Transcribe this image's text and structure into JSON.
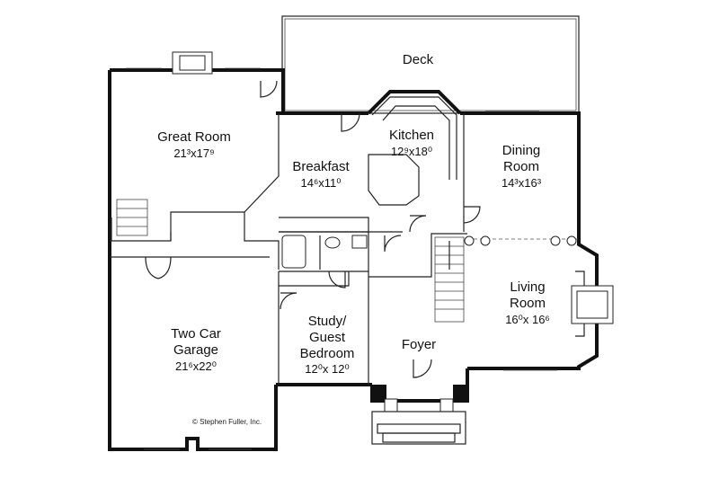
{
  "rooms": {
    "deck": {
      "name": "Deck"
    },
    "great_room": {
      "name": "Great Room",
      "dim": "21³x17⁹"
    },
    "breakfast": {
      "name": "Breakfast",
      "dim": "14⁶x11⁰"
    },
    "kitchen": {
      "name": "Kitchen",
      "dim": "12⁹x18⁰"
    },
    "dining": {
      "name_line1": "Dining",
      "name_line2": "Room",
      "dim": "14³x16³"
    },
    "living": {
      "name_line1": "Living",
      "name_line2": "Room",
      "dim": "16⁰x 16⁶"
    },
    "garage": {
      "name_line1": "Two Car",
      "name_line2": "Garage",
      "dim": "21⁶x22⁰"
    },
    "study": {
      "name_line1": "Study/",
      "name_line2": "Guest",
      "name_line3": "Bedroom",
      "dim": "12⁰x 12⁰"
    },
    "foyer": {
      "name": "Foyer"
    }
  },
  "copyright": "© Stephen Fuller, Inc."
}
